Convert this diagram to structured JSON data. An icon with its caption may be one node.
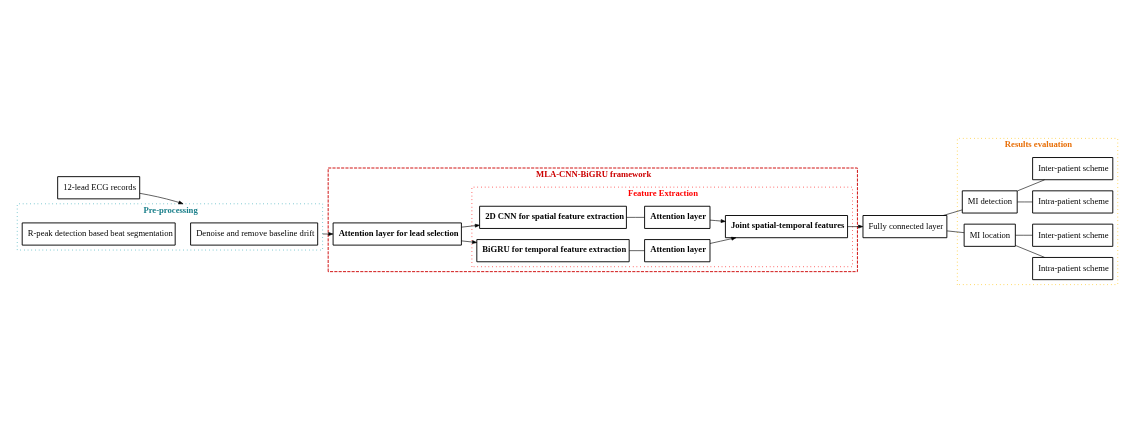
{
  "diagram": {
    "nodes": [
      {
        "text": [
          "12-lead ECG records"
        ]
      },
      {
        "text": [
          "Pre-processing"
        ]
      },
      {
        "text": [
          "Denoise and remove baseline drift"
        ],
        "in": 1
      },
      {
        "text": [
          "R-peak detection based beat segmentation"
        ],
        "in": 1
      },
      {
        "text": [
          "MLA-CNN-BiGRU framework"
        ]
      },
      {
        "text": [
          "Attention layer for lead selection"
        ],
        "in": 4
      },
      {
        "text": [
          "Feature Extraction"
        ],
        "in": 4
      },
      {
        "text": [
          "2D CNN for spatial feature extraction"
        ],
        "in": 6
      },
      {
        "text": [
          "Attention layer"
        ],
        "in": 6
      },
      {
        "text": [
          "Joint spatial-temporal features"
        ],
        "in": 6
      },
      {
        "text": [
          "Attention layer"
        ],
        "in": 6
      },
      {
        "text": [
          "BiGRU for temporal feature extraction"
        ],
        "in": 6
      },
      {
        "text": [
          "Fully connected layer"
        ]
      },
      {
        "text": [
          "Results evaluation"
        ]
      },
      {
        "text": [
          "MI detection"
        ],
        "in": 13
      },
      {
        "text": [
          "Intra-patient scheme"
        ],
        "in": 13
      },
      {
        "text": [
          "Inter-patient scheme"
        ],
        "in": 13
      },
      {
        "text": [
          "MI location"
        ],
        "in": 13
      },
      {
        "text": [
          "Intra-patient scheme"
        ],
        "in": 13
      },
      {
        "text": [
          "Inter-patient scheme"
        ],
        "in": 13
      }
    ],
    "edges": [
      {
        "from": 0,
        "to": 1,
        "arrow": "to"
      },
      {
        "from": 1,
        "to": 5,
        "arrow": "to"
      },
      {
        "from": 5,
        "to": 7,
        "arrow": "to"
      },
      {
        "from": 5,
        "to": 11,
        "arrow": "to"
      },
      {
        "from": 7,
        "to": 8,
        "arrow": "none"
      },
      {
        "from": 8,
        "to": 9,
        "arrow": "to"
      },
      {
        "from": 11,
        "to": 10,
        "arrow": "none"
      },
      {
        "from": 10,
        "to": 9,
        "arrow": "to"
      },
      {
        "from": 9,
        "to": 12,
        "arrow": "to"
      },
      {
        "from": 12,
        "to": 14,
        "arrow": "none"
      },
      {
        "from": 12,
        "to": 17,
        "arrow": "none"
      },
      {
        "from": 14,
        "to": 15,
        "arrow": "none"
      },
      {
        "from": 14,
        "to": 16,
        "arrow": "none"
      },
      {
        "from": 17,
        "to": 18,
        "arrow": "none"
      },
      {
        "from": 17,
        "to": 19,
        "arrow": "none"
      }
    ]
  }
}
